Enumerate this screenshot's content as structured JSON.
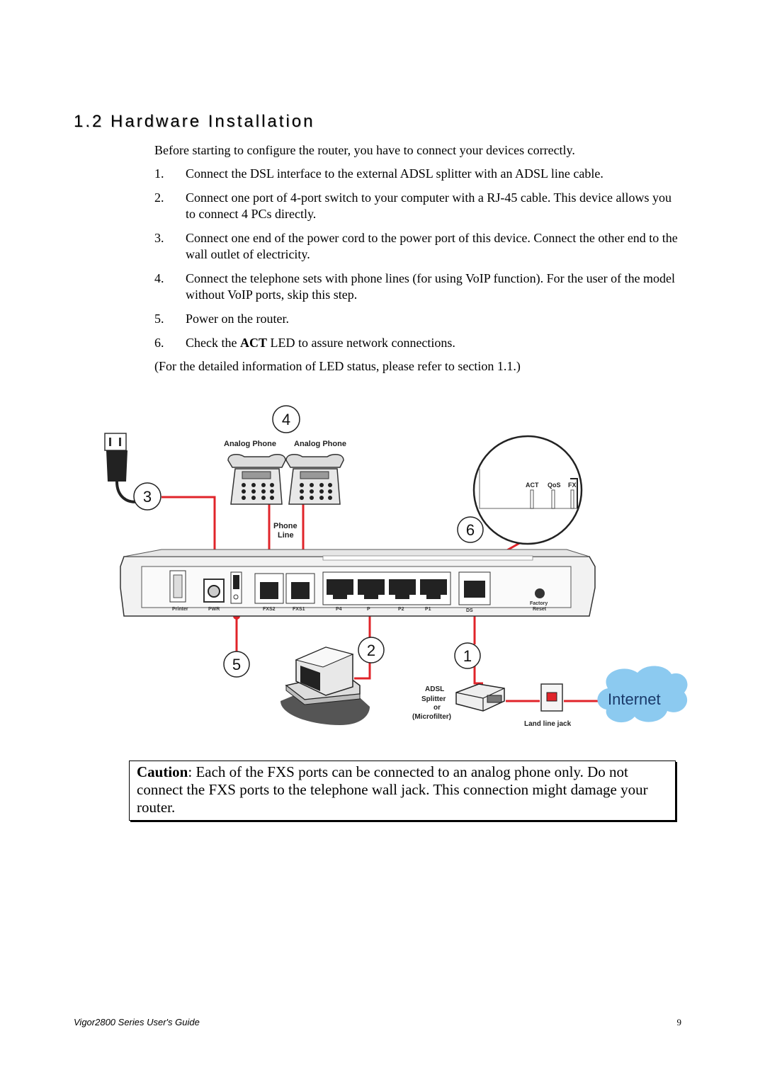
{
  "heading": "1.2 Hardware Installation",
  "intro": "Before starting to configure the router, you have to connect your devices correctly.",
  "steps": [
    {
      "num": "1.",
      "pre": "Connect the DSL interface to the external ADSL splitter with an ADSL line cable.",
      "bold": "",
      "post": ""
    },
    {
      "num": "2.",
      "pre": "Connect one port of 4-port switch to your computer with a RJ-45 cable. This device allows you to connect 4 PCs directly.",
      "bold": "",
      "post": ""
    },
    {
      "num": "3.",
      "pre": "Connect one end of the power cord to the power port of this device. Connect the other end to the wall outlet of electricity.",
      "bold": "",
      "post": ""
    },
    {
      "num": "4.",
      "pre": "Connect the telephone sets with phone lines (for using VoIP function). For the user of the model without VoIP ports, skip this step.",
      "bold": "",
      "post": ""
    },
    {
      "num": "5.",
      "pre": "Power on the router.",
      "bold": "",
      "post": ""
    },
    {
      "num": "6.",
      "pre": "Check the ",
      "bold": "ACT",
      "post": " LED to assure network connections."
    }
  ],
  "note": "(For the detailed information of LED status, please refer to section 1.1.)",
  "diagram": {
    "callouts": [
      "1",
      "2",
      "3",
      "4",
      "5",
      "6"
    ],
    "analog_phone_1": "Analog Phone",
    "analog_phone_2": "Analog Phone",
    "phone_line_1": "Phone",
    "phone_line_2": "Line",
    "led_act": "ACT",
    "led_qos": "QoS",
    "led_fxs": "FX",
    "port_printer": "Printer",
    "port_pwr": "PWR",
    "port_fxs2": "FXS2",
    "port_fxs1": "FXS1",
    "port_p4": "P4",
    "port_p3": "P",
    "port_p2": "P2",
    "port_p1": "P1",
    "port_dsl": "DS",
    "factory_1": "Factory",
    "factory_2": "Reset",
    "adsl_1": "ADSL",
    "adsl_2": "Splitter",
    "adsl_3": "or",
    "adsl_4": "(Microfilter)",
    "land_line_jack": "Land line jack",
    "internet": "Internet",
    "wire_color": "#e0242a",
    "cloud_color": "#8ccaf0"
  },
  "caution": {
    "bold": "Caution",
    "text": ": Each of the FXS ports can be connected to an analog phone only. Do not connect the FXS ports to the telephone wall jack. This connection might damage your router."
  },
  "footer": {
    "left": "Vigor2800 Series User's Guide",
    "page": "9"
  }
}
